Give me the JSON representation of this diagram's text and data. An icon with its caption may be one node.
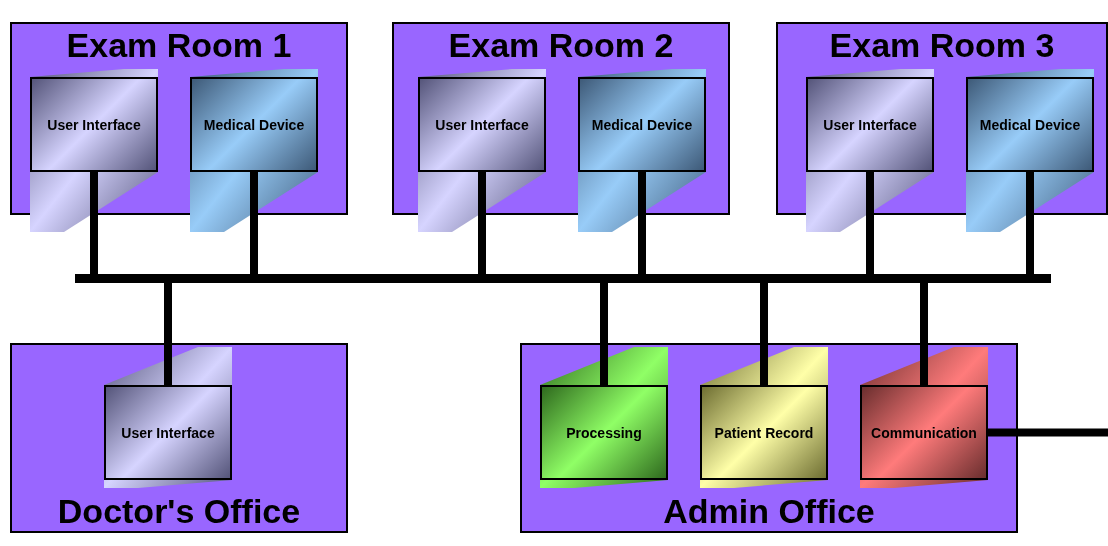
{
  "diagram": {
    "nodes": [
      {
        "text": [
          "Exam Room 1"
        ]
      },
      {
        "text": [
          "User Interface"
        ],
        "in": 0
      },
      {
        "text": [
          "Medical Device"
        ],
        "in": 0
      },
      {
        "text": [
          "Exam Room 2"
        ]
      },
      {
        "text": [
          "User Interface"
        ],
        "in": 3
      },
      {
        "text": [
          "Medical Device"
        ],
        "in": 3
      },
      {
        "text": [
          "Exam Room 3"
        ]
      },
      {
        "text": [
          "User Interface"
        ],
        "in": 6
      },
      {
        "text": [
          "Medical Device"
        ],
        "in": 6
      },
      {
        "text": [
          "Doctor's Office"
        ]
      },
      {
        "text": [
          "User Interface"
        ],
        "in": 9
      },
      {
        "text": [
          "Admin Office"
        ]
      },
      {
        "text": [
          "Processing"
        ],
        "in": 11
      },
      {
        "text": [
          "Patient Record"
        ],
        "in": 11
      },
      {
        "text": [
          "Communication"
        ],
        "in": 11
      },
      {
        "text": [],
        "shape": "bar"
      }
    ],
    "edges": [
      {
        "from": 1,
        "to": 15,
        "arrow": "none"
      },
      {
        "from": 2,
        "to": 15,
        "arrow": "none"
      },
      {
        "from": 4,
        "to": 15,
        "arrow": "none"
      },
      {
        "from": 5,
        "to": 15,
        "arrow": "none"
      },
      {
        "from": 7,
        "to": 15,
        "arrow": "none"
      },
      {
        "from": 8,
        "to": 15,
        "arrow": "none"
      },
      {
        "from": 15,
        "to": 10,
        "arrow": "none"
      },
      {
        "from": 15,
        "to": 12,
        "arrow": "none"
      },
      {
        "from": 15,
        "to": 13,
        "arrow": "none"
      },
      {
        "from": 15,
        "to": 14,
        "arrow": "none"
      },
      {
        "from": 14,
        "to": null,
        "arrow": "none"
      }
    ]
  }
}
